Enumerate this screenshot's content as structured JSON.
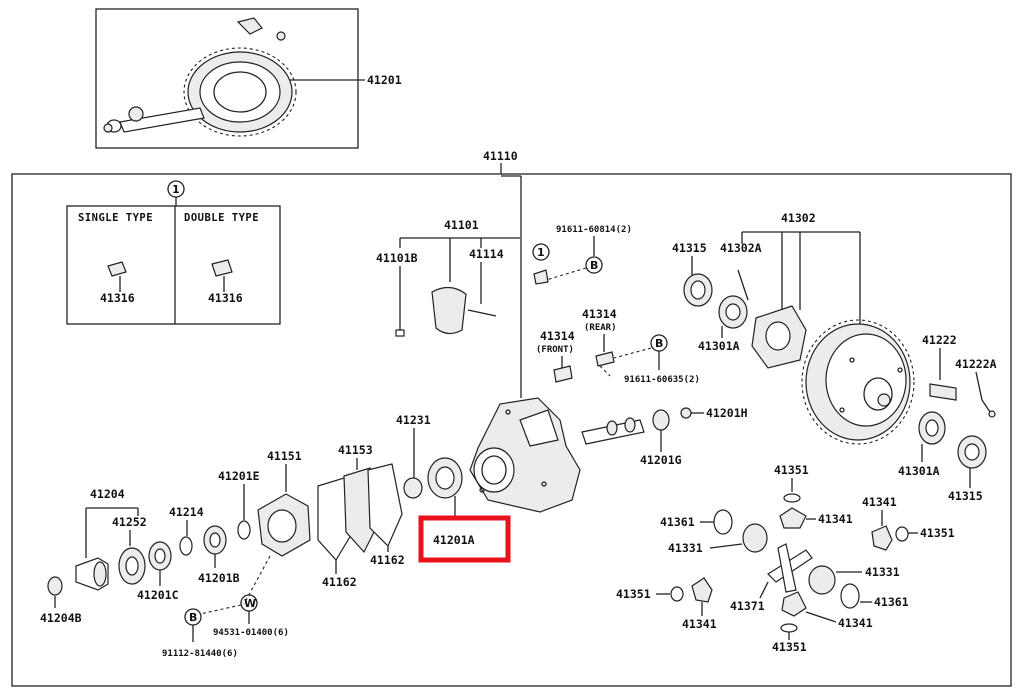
{
  "boxes": {
    "type_header_single": "SINGLE TYPE",
    "type_header_double": "DOUBLE TYPE",
    "circle_marker": "1"
  },
  "callouts": {
    "p41201_top": "41201",
    "p41110": "41110",
    "p41316_single": "41316",
    "p41316_double": "41316",
    "p41101": "41101",
    "p41101B": "41101B",
    "p41114": "41114",
    "p91611_60814": "91611-60814(2)",
    "p41302": "41302",
    "p41315_top": "41315",
    "p41302A": "41302A",
    "p41301A_top": "41301A",
    "p41314_rear": "41314",
    "rear_note": "(REAR)",
    "p41314_front": "41314",
    "front_note": "(FRONT)",
    "p91611_60635": "91611-60635(2)",
    "p41222": "41222",
    "p41222A": "41222A",
    "p41231": "41231",
    "p41201H": "41201H",
    "p41201G": "41201G",
    "p41301A_right": "41301A",
    "p41315_right": "41315",
    "p41151": "41151",
    "p41153": "41153",
    "p41201E": "41201E",
    "p41204": "41204",
    "p41252": "41252",
    "p41214": "41214",
    "p41201B": "41201B",
    "p41201C": "41201C",
    "p41204B": "41204B",
    "p41162_a": "41162",
    "p41162_b": "41162",
    "p41201A": "41201A",
    "p94531": "94531-01400(6)",
    "p91112": "91112-81440(6)",
    "p41351_top": "41351",
    "p41341_a": "41341",
    "p41361_a": "41361",
    "p41331_a": "41331",
    "p41341_b": "41341",
    "p41351_r": "41351",
    "p41331_b": "41331",
    "p41361_b": "41361",
    "p41351_l": "41351",
    "p41341_c": "41341",
    "p41371": "41371",
    "p41341_d": "41341",
    "p41351_bot": "41351"
  },
  "markers": {
    "B_top": "B",
    "B_mid": "B",
    "B_bot": "B",
    "W_bot": "W",
    "circle_1_top": "1",
    "circle_1_mid": "1"
  },
  "highlight": {
    "color": "#e8121c",
    "part": "41201A"
  }
}
